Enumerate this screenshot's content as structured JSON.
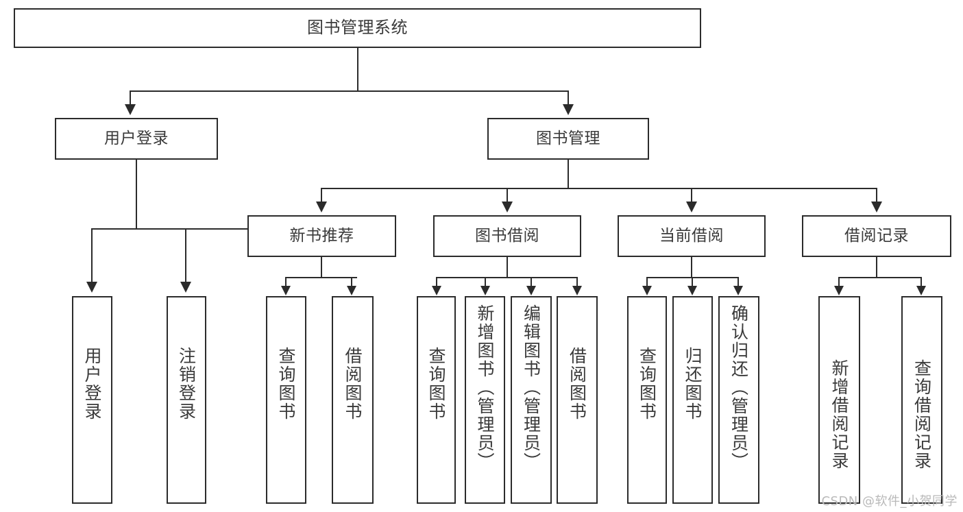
{
  "diagram": {
    "title": "图书管理系统",
    "watermark": "CSDN @软件_小贺同学",
    "line_color": "#2b2b2b",
    "text_color": "#3a3a3a",
    "background": "#ffffff",
    "levels": {
      "root": {
        "label": "图书管理系统"
      },
      "level2": [
        {
          "label": "用户登录"
        },
        {
          "label": "图书管理"
        }
      ],
      "level3": [
        {
          "label": "新书推荐"
        },
        {
          "label": "图书借阅"
        },
        {
          "label": "当前借阅"
        },
        {
          "label": "借阅记录"
        }
      ],
      "leaves": {
        "user_login": [
          {
            "label": "用户登录"
          },
          {
            "label": "注销登录"
          }
        ],
        "new_book": [
          {
            "label": "查询图书"
          },
          {
            "label": "借阅图书"
          }
        ],
        "book_borrow": [
          {
            "label": "查询图书"
          },
          {
            "label": "新增图书（管理员）"
          },
          {
            "label": "编辑图书（管理员）"
          },
          {
            "label": "借阅图书"
          }
        ],
        "current_borrow": [
          {
            "label": "查询图书"
          },
          {
            "label": "归还图书"
          },
          {
            "label": "确认归还（管理员）"
          }
        ],
        "borrow_record": [
          {
            "label": "新增借阅记录"
          },
          {
            "label": "查询借阅记录"
          }
        ]
      }
    }
  }
}
